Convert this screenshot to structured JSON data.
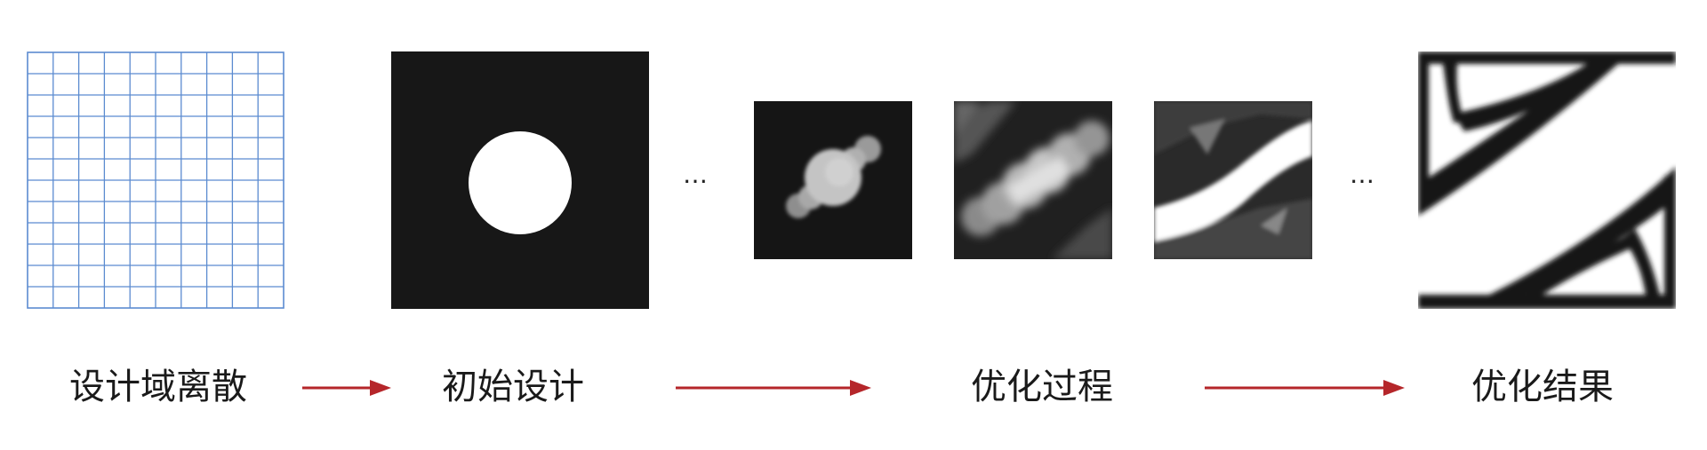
{
  "steps": [
    {
      "label": "设计域离散"
    },
    {
      "label": "初始设计"
    },
    {
      "label": "优化过程"
    },
    {
      "label": "优化结果"
    }
  ],
  "ellipsis": [
    "…",
    "…"
  ],
  "grid": {
    "rows": 12,
    "cols": 10
  },
  "colors": {
    "grid_line": "#5b8bd0",
    "arrow": "#b5262a",
    "material": "#171717",
    "void": "#ffffff"
  }
}
